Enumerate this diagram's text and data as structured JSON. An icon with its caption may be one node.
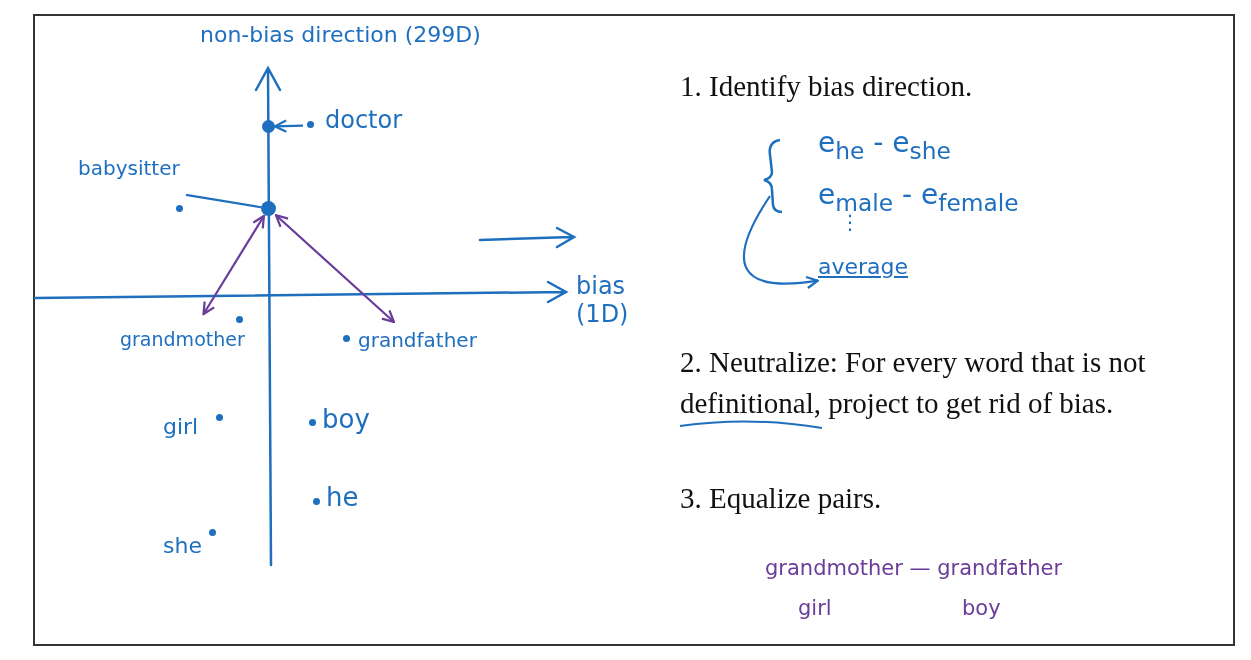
{
  "diagram": {
    "nodes": [
      {
        "text": [
          "doctor"
        ]
      },
      {
        "text": [],
        "shape": "circle"
      },
      {
        "text": [
          "babysitter"
        ]
      },
      {
        "text": [],
        "shape": "circle"
      },
      {
        "text": [
          "grandmother"
        ]
      },
      {
        "text": [
          "grandfather"
        ]
      },
      {
        "text": [
          "girl"
        ]
      },
      {
        "text": [
          "boy"
        ]
      },
      {
        "text": [
          "he"
        ]
      },
      {
        "text": [
          "she"
        ]
      },
      {
        "text": [
          "average"
        ]
      }
    ],
    "edges": [
      {
        "from": 0,
        "to": 1,
        "arrow": "to"
      },
      {
        "from": 2,
        "to": 3,
        "arrow": "none"
      },
      {
        "from": 3,
        "to": 4,
        "arrow": "both",
        "color": "#6a3d9a"
      },
      {
        "from": 3,
        "to": 5,
        "arrow": "both",
        "color": "#6a3d9a"
      },
      {
        "from": null,
        "to": 10,
        "arrow": "to"
      }
    ],
    "labels": [
      "non-bias direction (299D)",
      "bias (1D)",
      "1. Identify bias direction.",
      "e$_{he}$ - e$_{she}$",
      "e$_{male}$ - e$_{female}$",
      "⋮",
      "2. Neutralize: For every word that is not definitional, project to get rid of bias.",
      "3. Equalize pairs.",
      "grandmother — grandfather",
      "girl",
      "boy"
    ]
  }
}
